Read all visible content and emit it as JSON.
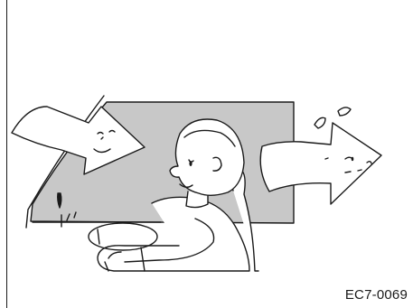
{
  "figure": {
    "code": "EC7-0069",
    "colors": {
      "line": "#1a1a1a",
      "glass": "#c8c8c8",
      "paper": "#ffffff"
    },
    "icons": [
      "incoming-air-arrow",
      "outgoing-air-arrow",
      "driver",
      "steering-wheel",
      "car-window"
    ]
  }
}
